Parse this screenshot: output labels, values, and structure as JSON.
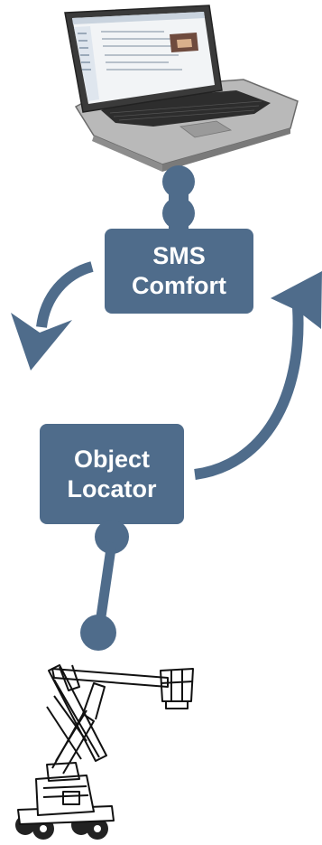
{
  "nodes": {
    "sms_comfort": {
      "line1": "SMS",
      "line2": "Comfort"
    },
    "object_locator": {
      "line1": "Object",
      "line2": "Locator"
    }
  },
  "colors": {
    "node_fill": "#4f6c8b",
    "connector": "#4f6c8b",
    "label_text": "#ffffff"
  },
  "icons": {
    "top": "laptop-icon",
    "bottom": "boom-lift-icon"
  }
}
